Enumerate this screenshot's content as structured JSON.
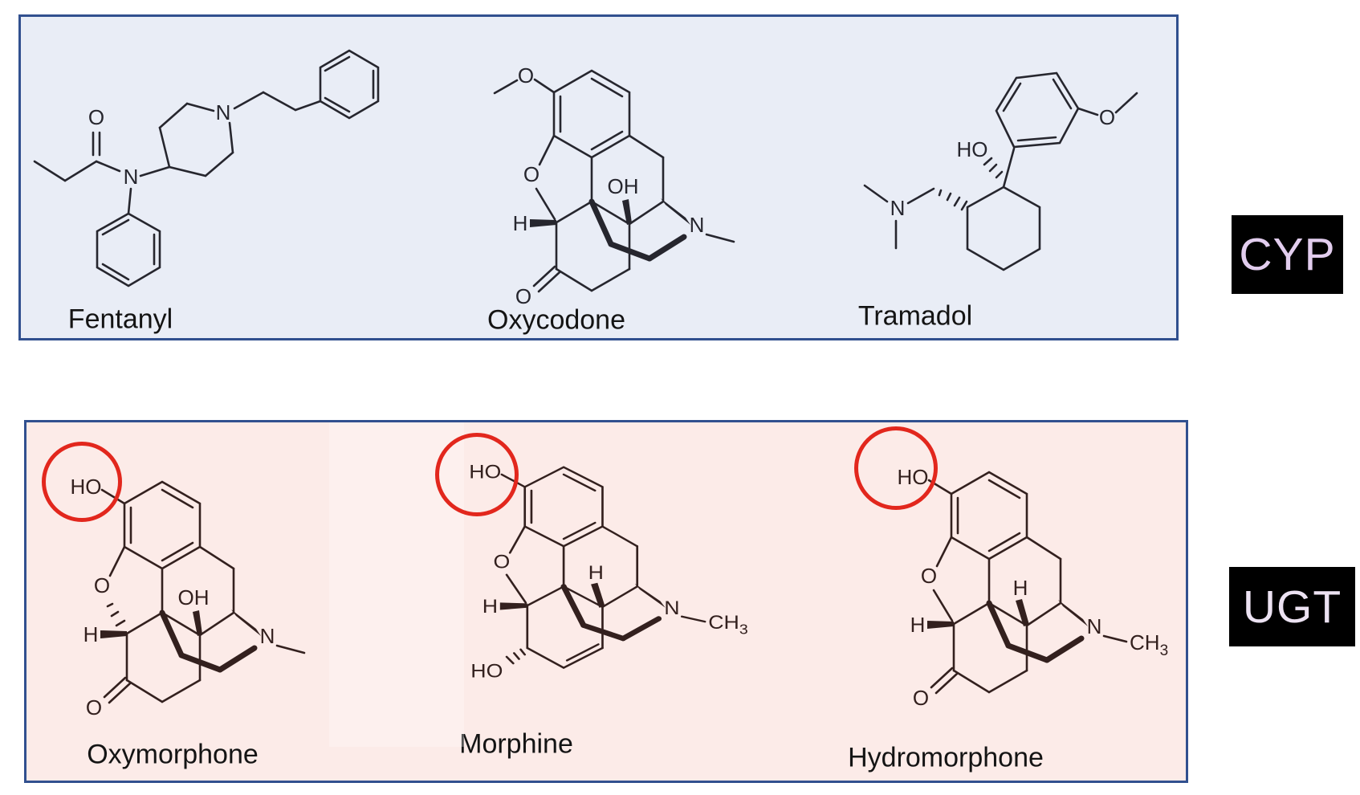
{
  "enzymes": {
    "cyp": "CYP",
    "ugt": "UGT"
  },
  "labels": {
    "fentanyl": "Fentanyl",
    "oxycodone": "Oxycodone",
    "tramadol": "Tramadol",
    "oxymorphone": "Oxymorphone",
    "morphine": "Morphine",
    "hydromorphone": "Hydromorphone"
  },
  "atoms": {
    "fentanyl": {
      "o": "O",
      "n_amide": "N",
      "n_piperidine": "N"
    },
    "oxycodone": {
      "methoxy_o": "O",
      "furan_o": "O",
      "oh": "OH",
      "h": "H",
      "ketone_o": "O",
      "n": "N"
    },
    "tramadol": {
      "ho": "HO",
      "n": "N",
      "methoxy_o": "O"
    },
    "oxymorphone": {
      "ho": "HO",
      "furan_o": "O",
      "oh": "OH",
      "h": "H",
      "ketone_o": "O",
      "n": "N"
    },
    "morphine": {
      "ho": "HO",
      "furan_o": "O",
      "h14": "H",
      "h5": "H",
      "ho6": "HO",
      "n": "N",
      "n_methyl": "CH",
      "n_methyl_sub": "3"
    },
    "hydromorphone": {
      "ho": "HO",
      "furan_o": "O",
      "h14": "H",
      "h5": "H",
      "ketone_o": "O",
      "n": "N",
      "n_methyl": "CH",
      "n_methyl_sub": "3"
    }
  },
  "colors": {
    "panel_border": "#31508f",
    "cyp_panel_bg": "#e9edf6",
    "ugt_panel_bg": "#fcebe8",
    "enzyme_box_bg": "#000000",
    "enzyme_text": "#e6d6f0",
    "highlight_circle": "#e2271d",
    "structure_ink_top": "#26262e",
    "structure_ink_bottom": "#33201e"
  }
}
